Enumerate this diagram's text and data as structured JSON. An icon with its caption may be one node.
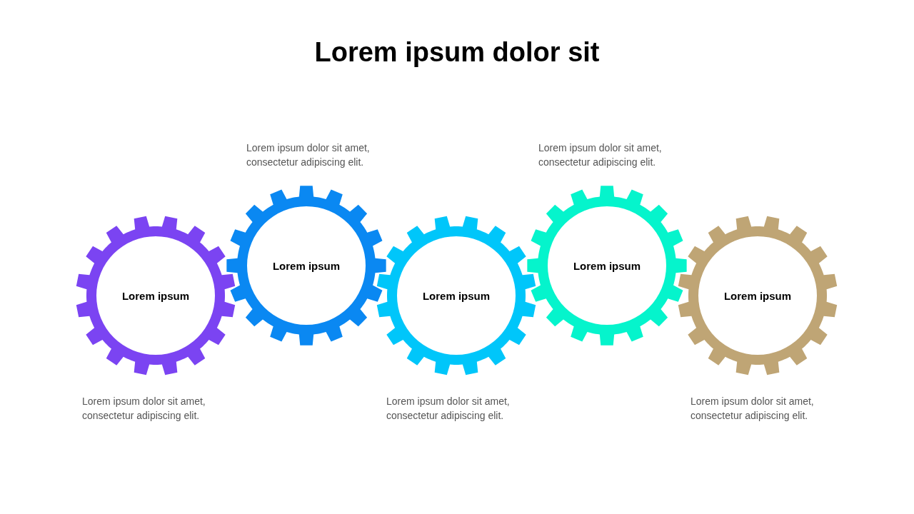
{
  "diagram": {
    "title": "Lorem ipsum dolor sit",
    "nodes": [
      {
        "text": [
          "Lorem ipsum"
        ],
        "beside": [
          "Lorem ipsum dolor sit amet, consectetur adipiscing elit."
        ]
      },
      {
        "text": [
          "Lorem ipsum"
        ],
        "beside": [
          "Lorem ipsum dolor sit amet, consectetur adipiscing elit."
        ]
      },
      {
        "text": [
          "Lorem ipsum"
        ],
        "beside": [
          "Lorem ipsum dolor sit amet, consectetur adipiscing elit."
        ]
      },
      {
        "text": [
          "Lorem ipsum"
        ],
        "beside": [
          "Lorem ipsum dolor sit amet, consectetur adipiscing elit."
        ]
      },
      {
        "text": [
          "Lorem ipsum"
        ],
        "beside": [
          "Lorem ipsum dolor sit amet, consectetur adipiscing elit."
        ]
      }
    ]
  }
}
